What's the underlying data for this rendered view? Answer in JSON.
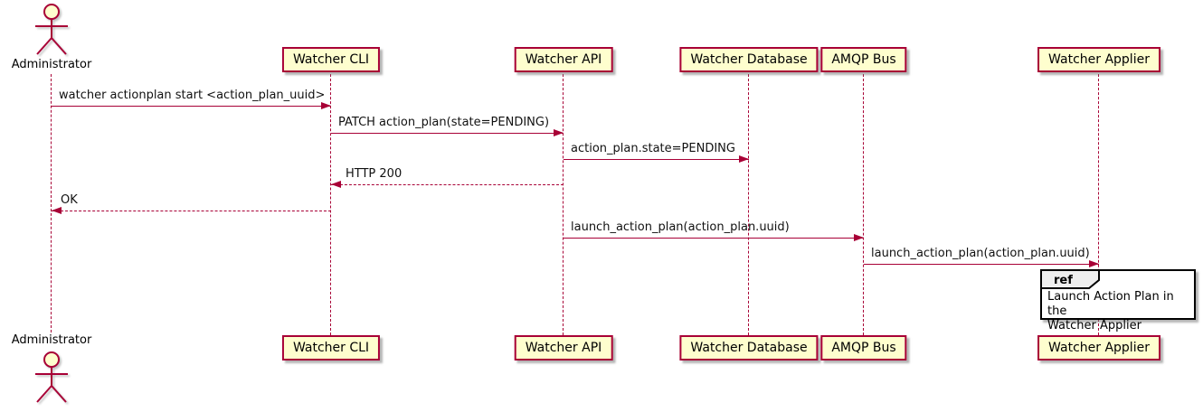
{
  "diagram": {
    "type": "sequence-diagram",
    "actor": {
      "name": "Administrator"
    },
    "participants": [
      {
        "label": "Watcher CLI"
      },
      {
        "label": "Watcher API"
      },
      {
        "label": "Watcher Database"
      },
      {
        "label": "AMQP Bus"
      },
      {
        "label": "Watcher Applier"
      }
    ],
    "messages": [
      {
        "from": "Administrator",
        "to": "Watcher CLI",
        "label": "watcher actionplan start <action_plan_uuid>",
        "style": "solid"
      },
      {
        "from": "Watcher CLI",
        "to": "Watcher API",
        "label": "PATCH action_plan(state=PENDING)",
        "style": "solid"
      },
      {
        "from": "Watcher API",
        "to": "Watcher Database",
        "label": "action_plan.state=PENDING",
        "style": "solid"
      },
      {
        "from": "Watcher API",
        "to": "Watcher CLI",
        "label": "HTTP 200",
        "style": "dashed"
      },
      {
        "from": "Watcher CLI",
        "to": "Administrator",
        "label": "OK",
        "style": "dashed"
      },
      {
        "from": "Watcher API",
        "to": "AMQP Bus",
        "label": "launch_action_plan(action_plan.uuid)",
        "style": "solid"
      },
      {
        "from": "AMQP Bus",
        "to": "Watcher Applier",
        "label": "launch_action_plan(action_plan.uuid)",
        "style": "solid"
      }
    ],
    "ref": {
      "keyword": "ref",
      "text": "Launch Action Plan in the\nWatcher Applier"
    },
    "colors": {
      "participant_fill": "#FEFECE",
      "participant_border": "#A80036",
      "line": "#A80036",
      "text": "#000000",
      "ref_header_fill": "#EEEEEE",
      "ref_border": "#000000"
    }
  }
}
